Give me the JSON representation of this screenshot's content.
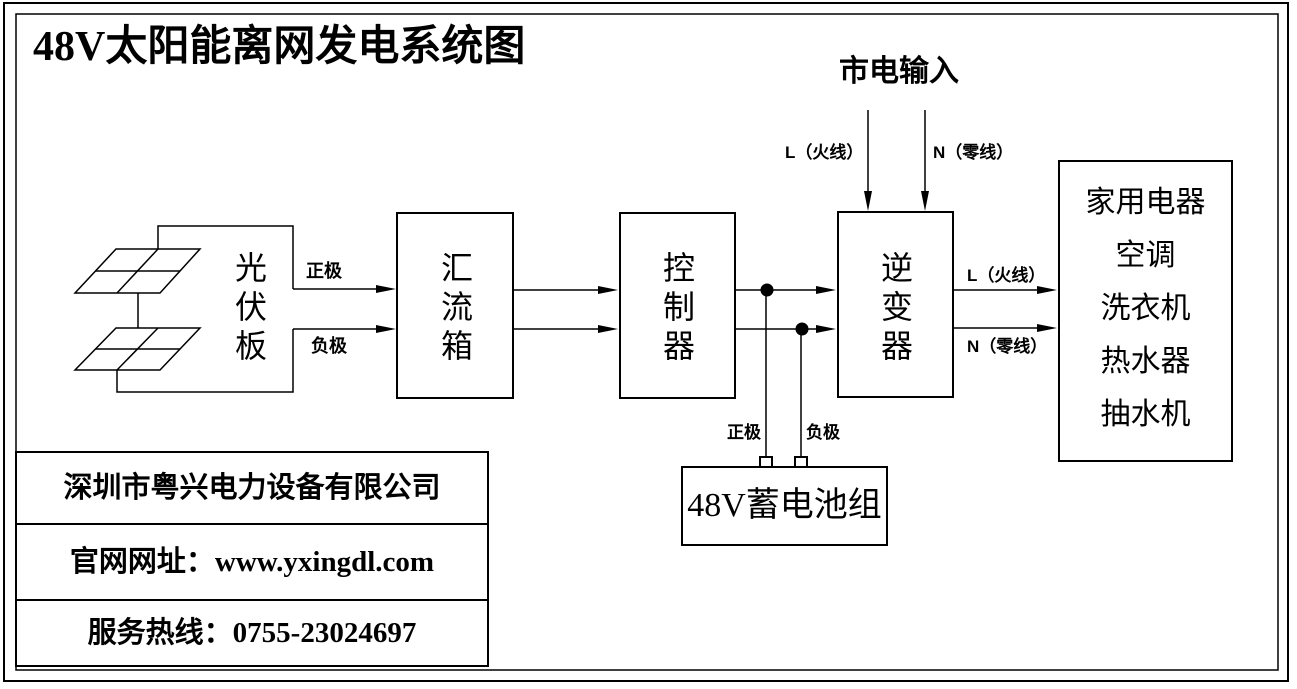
{
  "title": "48V太阳能离网发电系统图",
  "mains": {
    "label": "市电输入",
    "live_label": "L（火线）",
    "neutral_label": "N（零线）"
  },
  "nodes": {
    "pv_panel": "光伏板",
    "combiner_box": "汇流箱",
    "controller": "控制器",
    "inverter": "逆变器",
    "battery": "48V蓄电池组",
    "appliances": [
      "家用电器",
      "空调",
      "洗衣机",
      "热水器",
      "抽水机"
    ]
  },
  "wire_labels": {
    "pv_positive": "正极",
    "pv_negative": "负极",
    "battery_positive": "正极",
    "battery_negative": "负极",
    "output_live": "L（火线）",
    "output_neutral": "N（零线）"
  },
  "company": {
    "name": "深圳市粤兴电力设备有限公司",
    "website": "官网网址：www.yxingdl.com",
    "hotline": "服务热线：0755-23024697"
  },
  "colors": {
    "line": "#000000",
    "background": "#ffffff"
  }
}
